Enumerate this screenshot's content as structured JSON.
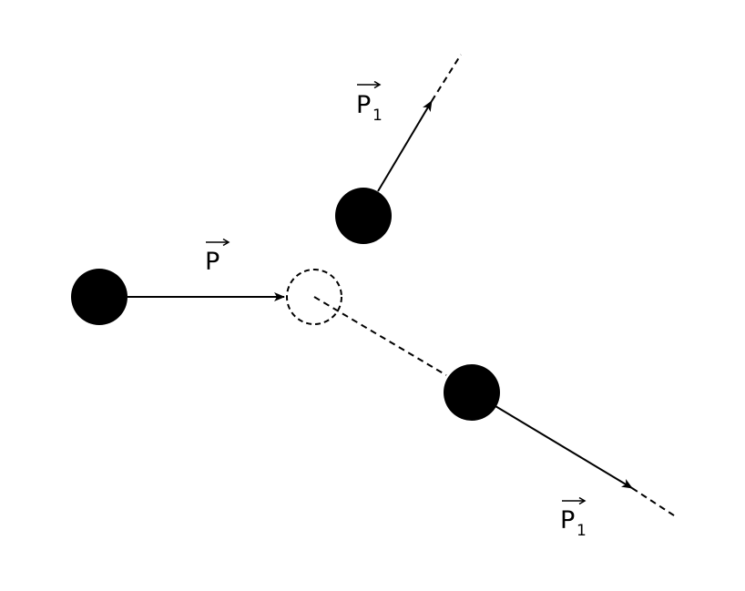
{
  "colors": {
    "ink": "#000000",
    "background": "#ffffff"
  },
  "labels": {
    "incoming": {
      "letter": "P",
      "subscript": ""
    },
    "outgoing_upper": {
      "letter": "P",
      "subscript": "1"
    },
    "outgoing_lower": {
      "letter": "P",
      "subscript": "1"
    }
  }
}
